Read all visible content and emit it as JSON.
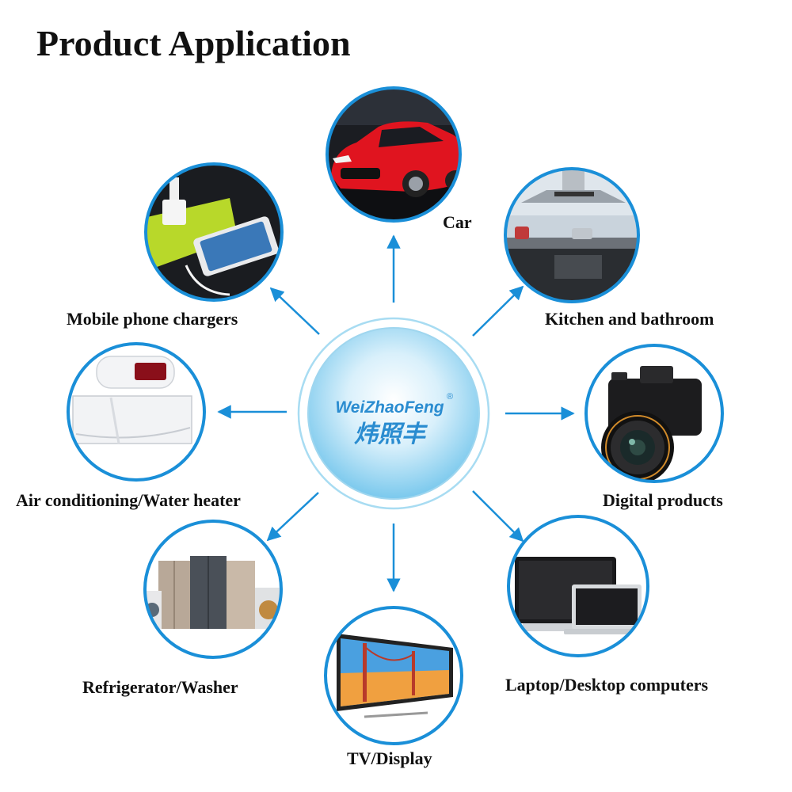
{
  "title": "Product Application",
  "center": {
    "brand_en": "WeiZhaoFeng",
    "brand_cn": "炜照丰",
    "registered": "®"
  },
  "applications": [
    {
      "label": "Car",
      "icon": "car-icon"
    },
    {
      "label": "Kitchen and bathroom",
      "icon": "range-hood-icon"
    },
    {
      "label": "Digital products",
      "icon": "camera-icon"
    },
    {
      "label": "Laptop/Desktop computers",
      "icon": "computer-icon"
    },
    {
      "label": "TV/Display",
      "icon": "tv-icon"
    },
    {
      "label": "Refrigerator/Washer",
      "icon": "refrigerator-icon"
    },
    {
      "label": "Air conditioning/Water heater",
      "icon": "air-conditioner-icon"
    },
    {
      "label": "Mobile phone chargers",
      "icon": "phone-charger-icon"
    }
  ],
  "colors": {
    "accent": "#1a8fd8",
    "ring": "#8fd0ee",
    "brand_text": "#2a8cd0"
  }
}
